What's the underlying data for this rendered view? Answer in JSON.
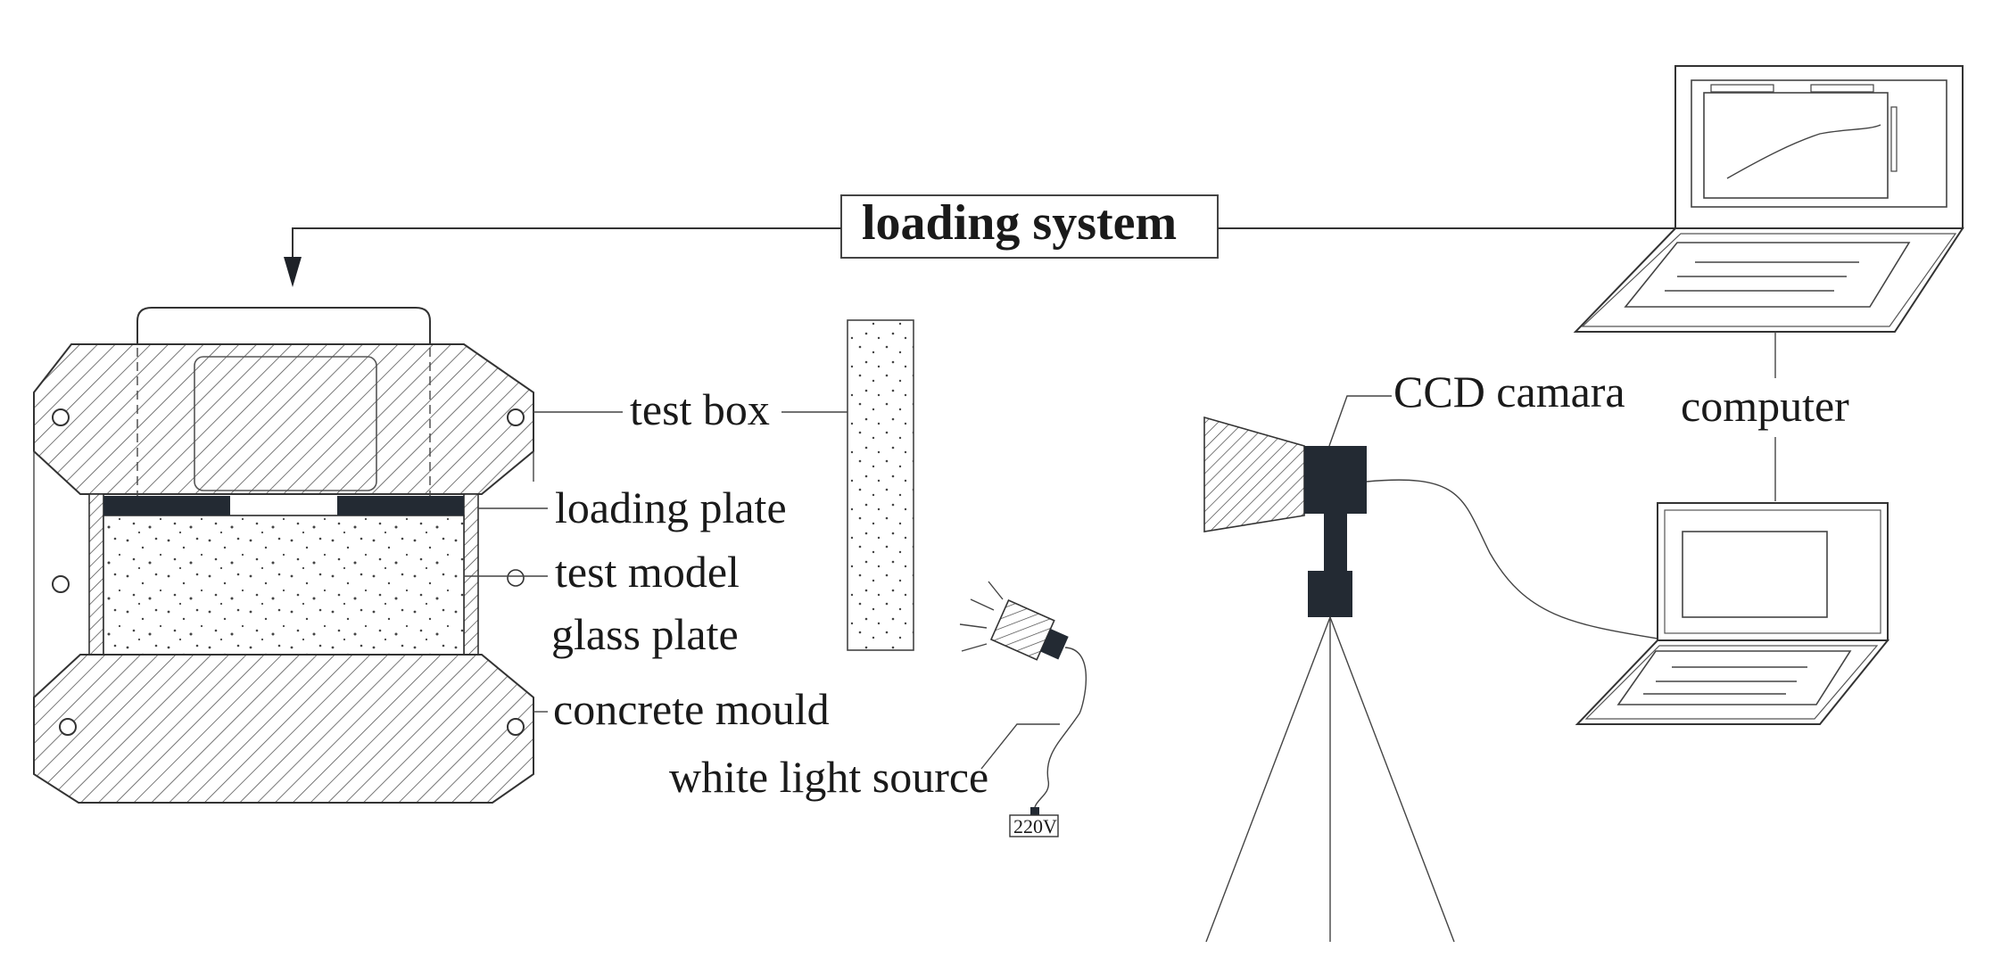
{
  "labels": {
    "loading_system": "loading system",
    "test_box": "test box",
    "loading_plate": "loading plate",
    "test_model": "test model",
    "glass_plate": "glass plate",
    "concrete_mould": "concrete mould",
    "white_light_source": "white light source",
    "voltage": "220V",
    "ccd_camera": "CCD camara",
    "computer": "computer"
  }
}
